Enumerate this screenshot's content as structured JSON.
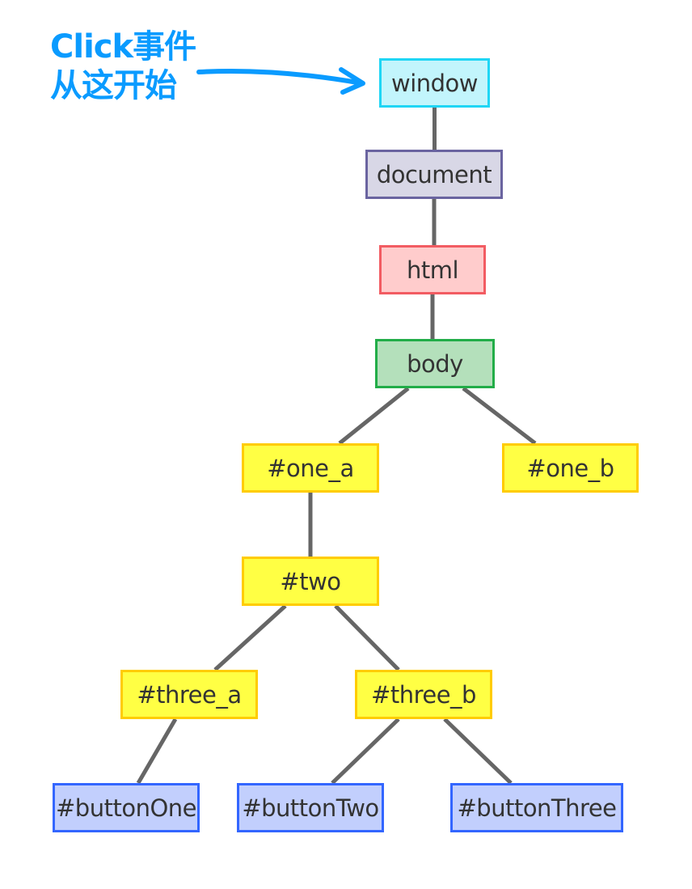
{
  "annotation": {
    "line1": "Click事件",
    "line2": "从这开始",
    "color": "#0a9bff"
  },
  "nodes": [
    {
      "id": "window",
      "label": "window",
      "fill": "#c2f5fc",
      "border": "#1fd6f5"
    },
    {
      "id": "document",
      "label": "document",
      "fill": "#d8d7e6",
      "border": "#6a64a0"
    },
    {
      "id": "html",
      "label": "html",
      "fill": "#ffcccc",
      "border": "#f25c62"
    },
    {
      "id": "body",
      "label": "body",
      "fill": "#b4e0bb",
      "border": "#22ad48"
    },
    {
      "id": "one_a",
      "label": "#one_a",
      "fill": "#ffff44",
      "border": "#ffcc00"
    },
    {
      "id": "one_b",
      "label": "#one_b",
      "fill": "#ffff44",
      "border": "#ffcc00"
    },
    {
      "id": "two",
      "label": "#two",
      "fill": "#ffff44",
      "border": "#ffcc00"
    },
    {
      "id": "three_a",
      "label": "#three_a",
      "fill": "#ffff44",
      "border": "#ffcc00"
    },
    {
      "id": "three_b",
      "label": "#three_b",
      "fill": "#ffff44",
      "border": "#ffcc00"
    },
    {
      "id": "buttonOne",
      "label": "#buttonOne",
      "fill": "#c2cffd",
      "border": "#3366ff"
    },
    {
      "id": "buttonTwo",
      "label": "#buttonTwo",
      "fill": "#c2cffd",
      "border": "#3366ff"
    },
    {
      "id": "buttonThree",
      "label": "#buttonThree",
      "fill": "#c2cffd",
      "border": "#3366ff"
    }
  ],
  "edges": [
    [
      "window",
      "document"
    ],
    [
      "document",
      "html"
    ],
    [
      "html",
      "body"
    ],
    [
      "body",
      "one_a"
    ],
    [
      "body",
      "one_b"
    ],
    [
      "one_a",
      "two"
    ],
    [
      "two",
      "three_a"
    ],
    [
      "two",
      "three_b"
    ],
    [
      "three_a",
      "buttonOne"
    ],
    [
      "three_b",
      "buttonTwo"
    ],
    [
      "three_b",
      "buttonThree"
    ]
  ],
  "edge_color": "#666666"
}
